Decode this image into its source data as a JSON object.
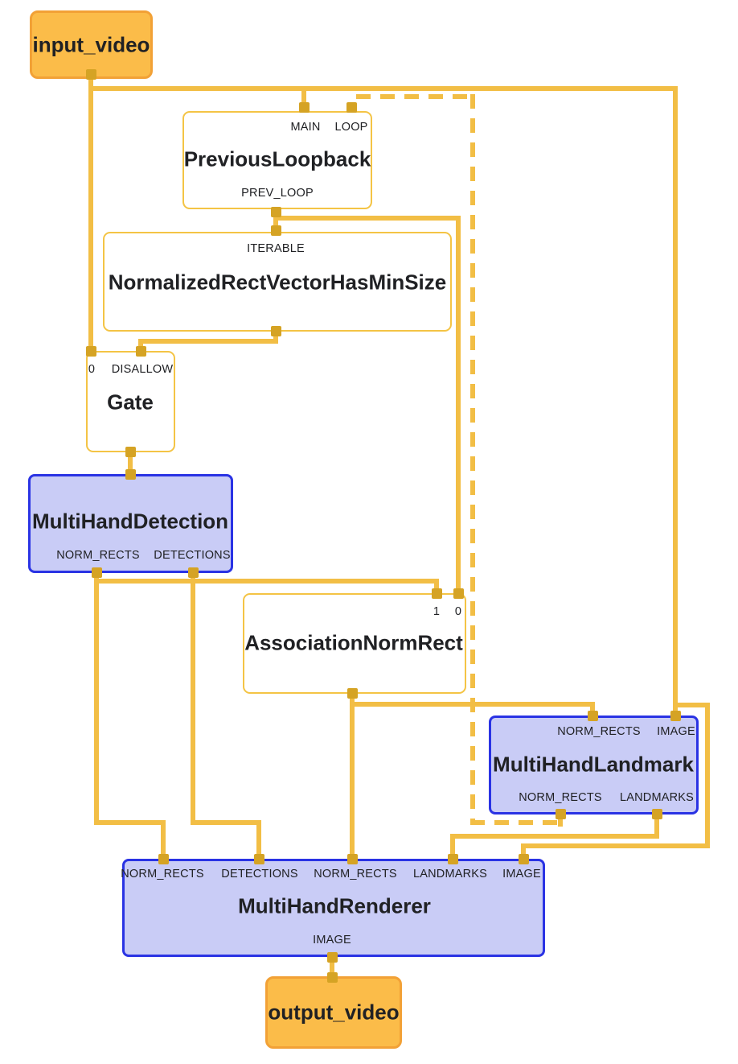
{
  "diagram": {
    "kind": "mediapipe-calculator-graph",
    "colors": {
      "wire": "#F2BE45",
      "port": "#D5A324",
      "stream_node_fill": "#FBBC49",
      "stream_node_border": "#F2A136",
      "calculator_node_border": "#F4C445",
      "subgraph_node_fill": "#C9CCF6",
      "subgraph_node_border": "#2A33E4",
      "text": "#202124"
    },
    "nodes": {
      "input_video": {
        "label": "input_video"
      },
      "previous_loopback": {
        "title": "PreviousLoopback",
        "inputs": [
          "MAIN",
          "LOOP"
        ],
        "outputs": [
          "PREV_LOOP"
        ]
      },
      "normalized_rect_vector_has_min_size": {
        "title": "NormalizedRectVectorHasMinSize",
        "inputs": [
          "ITERABLE"
        ],
        "outputs": []
      },
      "gate": {
        "title": "Gate",
        "inputs": [
          "0",
          "DISALLOW"
        ],
        "outputs": []
      },
      "multi_hand_detection": {
        "title": "MultiHandDetection",
        "inputs": [],
        "outputs": [
          "NORM_RECTS",
          "DETECTIONS"
        ]
      },
      "association_norm_rect": {
        "title": "AssociationNormRect",
        "inputs": [
          "1",
          "0"
        ],
        "outputs": []
      },
      "multi_hand_landmark": {
        "title": "MultiHandLandmark",
        "inputs": [
          "NORM_RECTS",
          "IMAGE"
        ],
        "outputs": [
          "NORM_RECTS",
          "LANDMARKS"
        ]
      },
      "multi_hand_renderer": {
        "title": "MultiHandRenderer",
        "inputs": [
          "NORM_RECTS",
          "DETECTIONS",
          "NORM_RECTS",
          "LANDMARKS",
          "IMAGE"
        ],
        "outputs": [
          "IMAGE"
        ]
      },
      "output_video": {
        "label": "output_video"
      }
    },
    "edges": [
      {
        "from": "input_video",
        "to": "PreviousLoopback:MAIN",
        "style": "solid"
      },
      {
        "from": "input_video",
        "to": "Gate:0",
        "style": "solid"
      },
      {
        "from": "input_video",
        "to": "MultiHandLandmark:IMAGE",
        "style": "solid"
      },
      {
        "from": "input_video",
        "to": "MultiHandRenderer:IMAGE",
        "style": "solid"
      },
      {
        "from": "PreviousLoopback:PREV_LOOP",
        "to": "NormalizedRectVectorHasMinSize:ITERABLE",
        "style": "solid"
      },
      {
        "from": "PreviousLoopback:PREV_LOOP",
        "to": "AssociationNormRect:0",
        "style": "solid"
      },
      {
        "from": "NormalizedRectVectorHasMinSize",
        "to": "Gate:DISALLOW",
        "style": "solid"
      },
      {
        "from": "Gate",
        "to": "MultiHandDetection",
        "style": "solid"
      },
      {
        "from": "MultiHandDetection:NORM_RECTS",
        "to": "AssociationNormRect:1",
        "style": "solid"
      },
      {
        "from": "MultiHandDetection:NORM_RECTS",
        "to": "MultiHandRenderer:NORM_RECTS",
        "style": "solid"
      },
      {
        "from": "MultiHandDetection:DETECTIONS",
        "to": "MultiHandRenderer:DETECTIONS",
        "style": "solid"
      },
      {
        "from": "AssociationNormRect",
        "to": "MultiHandLandmark:NORM_RECTS",
        "style": "solid"
      },
      {
        "from": "AssociationNormRect",
        "to": "MultiHandRenderer:NORM_RECTS",
        "style": "solid"
      },
      {
        "from": "MultiHandLandmark:LANDMARKS",
        "to": "MultiHandRenderer:LANDMARKS",
        "style": "solid"
      },
      {
        "from": "MultiHandLandmark:NORM_RECTS",
        "to": "PreviousLoopback:LOOP",
        "style": "dashed"
      },
      {
        "from": "MultiHandRenderer:IMAGE",
        "to": "output_video",
        "style": "solid"
      }
    ]
  }
}
